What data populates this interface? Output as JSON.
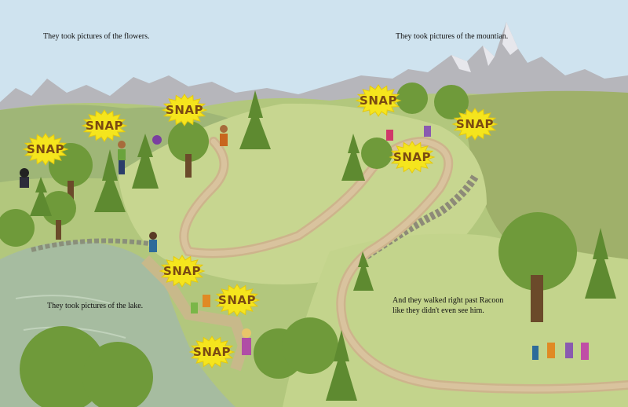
{
  "captions": {
    "flowers": "They took pictures of the flowers.",
    "mountain": "They took pictures of the mountian.",
    "lake": "They took pictures of the lake.",
    "racoon_line1": "And they walked right past Racoon",
    "racoon_line2": "like they didn't even see him."
  },
  "snap_label": "SNAP",
  "colors": {
    "sky": "#cfe3ef",
    "mountain": "#b3b3b8",
    "hill": "#c3d48c",
    "path": "#cdb48c",
    "lake": "#a6bca0",
    "tree": "#6f9a3a",
    "snap_burst": "#f5e51d"
  }
}
